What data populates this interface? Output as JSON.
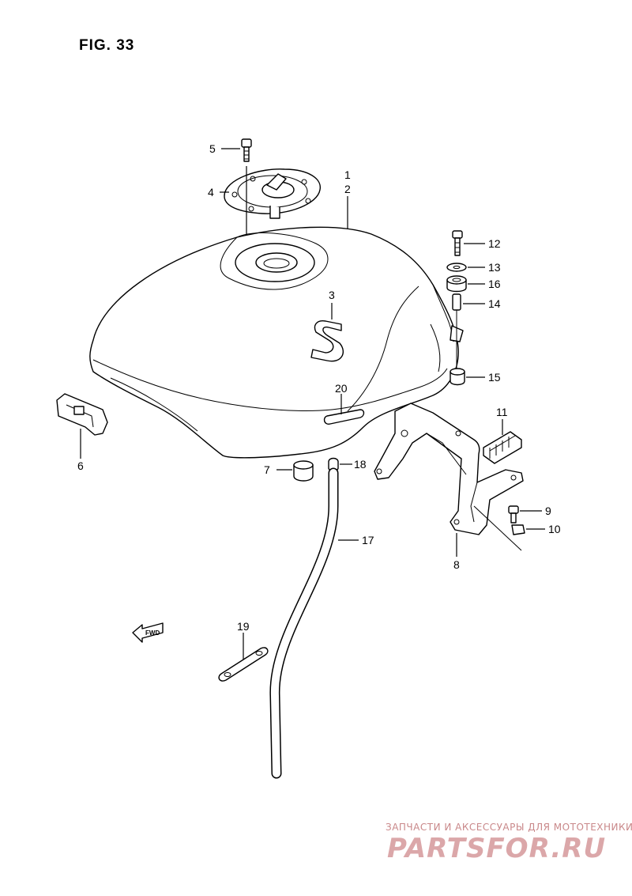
{
  "figure": {
    "title": "FIG. 33"
  },
  "callouts": {
    "c1": "1",
    "c2": "2",
    "c3": "3",
    "c4": "4",
    "c5": "5",
    "c6": "6",
    "c7": "7",
    "c8": "8",
    "c9": "9",
    "c10": "10",
    "c11": "11",
    "c12": "12",
    "c13": "13",
    "c14": "14",
    "c15": "15",
    "c16": "16",
    "c17": "17",
    "c18": "18",
    "c19": "19",
    "c20": "20"
  },
  "direction_marker": {
    "label": "FWD"
  },
  "tank_emblem": {
    "letter": "S"
  },
  "watermark": {
    "tagline": "ЗАПЧАСТИ И АКСЕССУАРЫ ДЛЯ МОТОТЕХНИКИ",
    "brand": "PARTSFOR.RU"
  }
}
